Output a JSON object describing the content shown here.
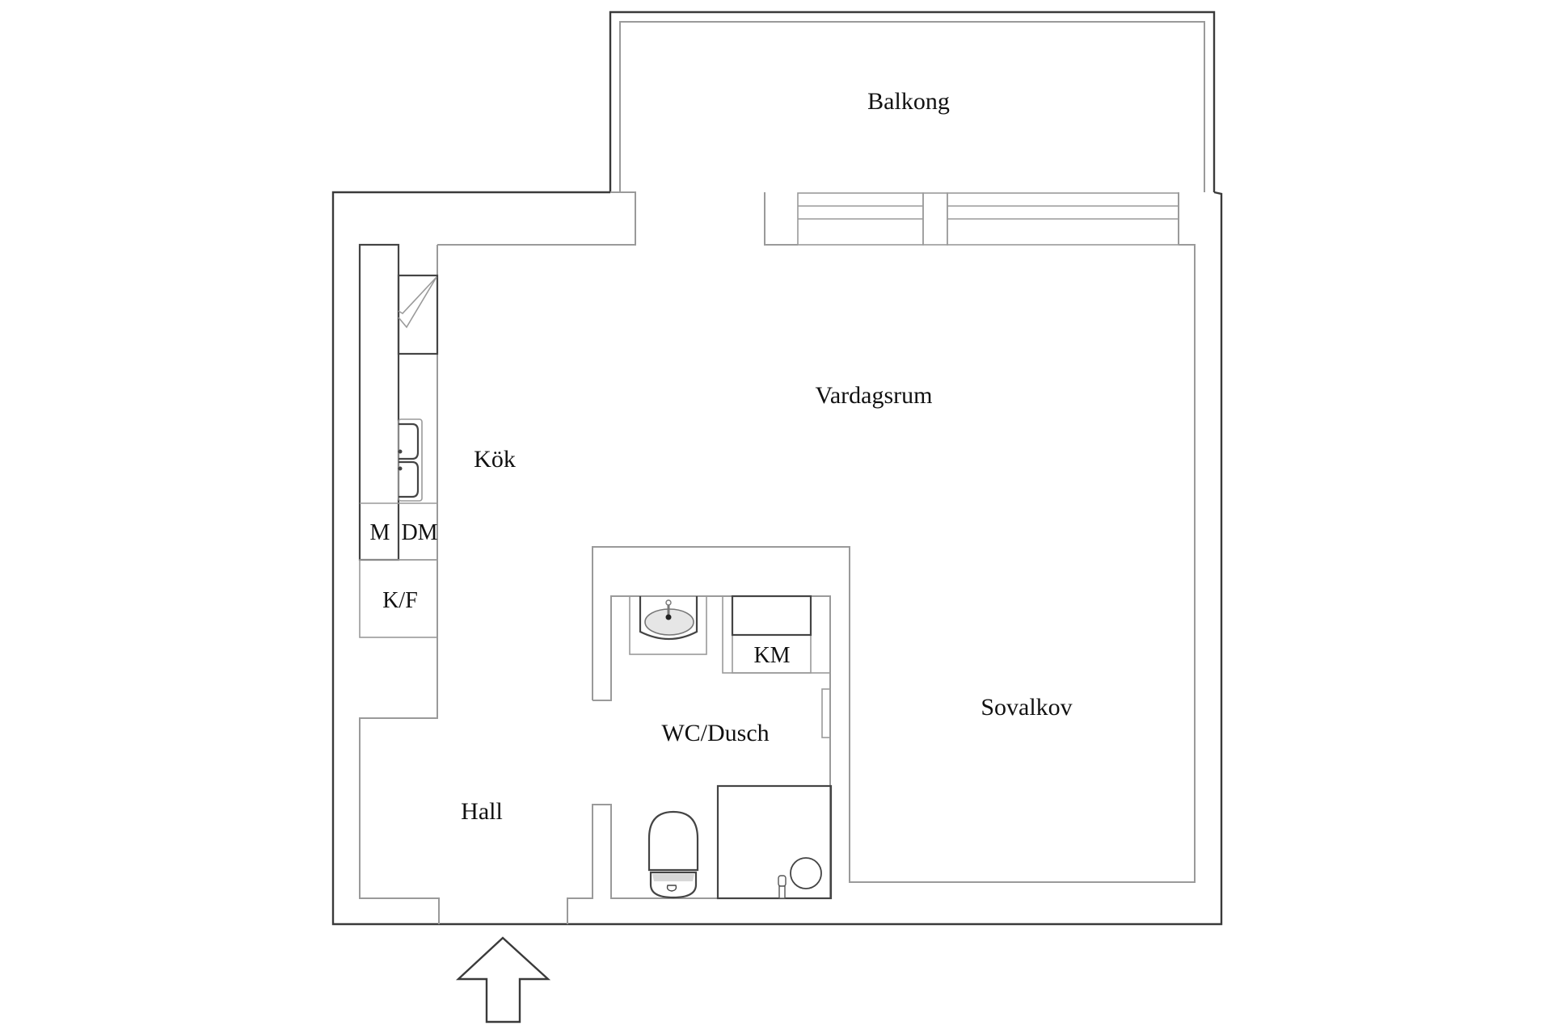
{
  "plan": {
    "rooms": {
      "balcony": "Balkong",
      "living_room": "Vardagsrum",
      "kitchen": "Kök",
      "sleeping_alcove": "Sovalkov",
      "bathroom": "WC/Dusch",
      "hall": "Hall"
    },
    "appliances": {
      "microwave": "M",
      "dishwasher": "DM",
      "fridge_freezer": "K/F",
      "washing_machine": "KM"
    },
    "entrance_arrow": "entrance-arrow",
    "colors": {
      "background": "#ffffff",
      "outer_wall": "#3a3a3a",
      "inner_wall": "#9a9a9a",
      "text": "#111111"
    }
  }
}
